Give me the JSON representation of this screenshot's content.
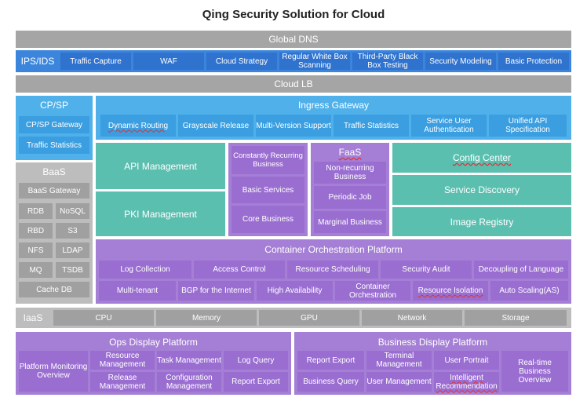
{
  "title": "Qing Security Solution for Cloud",
  "global_dns": "Global DNS",
  "ips": {
    "label": "IPS/IDS",
    "items": [
      "Traffic Capture",
      "WAF",
      "Cloud Strategy",
      "Regular White Box Scanning",
      "Third-Party Black Box Testing",
      "Security Modeling",
      "Basic Protection"
    ]
  },
  "cloud_lb": "Cloud LB",
  "cpsp": {
    "title": "CP/SP",
    "items": [
      "CP/SP Gateway",
      "Traffic Statistics"
    ]
  },
  "baas": {
    "title": "BaaS",
    "gateway": "BaaS Gateway",
    "items": [
      "RDB",
      "NoSQL",
      "RBD",
      "S3",
      "NFS",
      "LDAP",
      "MQ",
      "TSDB"
    ],
    "cache": "Cache DB"
  },
  "ingress": {
    "title": "Ingress Gateway",
    "items": [
      "Dynamic Routing",
      "Grayscale Release",
      "Multi-Version Support",
      "Traffic Statistics",
      "Service User Authentication",
      "Unified API Specification"
    ]
  },
  "api_management": "API Management",
  "pki_management": "PKI Management",
  "services": [
    "Constantly Recurring Business",
    "Basic Services",
    "Core Business"
  ],
  "faas": {
    "title": "FaaS",
    "items": [
      "Non-recurring Business",
      "Periodic Job",
      "Marginal Business"
    ]
  },
  "config_center": "Config Center",
  "service_discovery": "Service Discovery",
  "image_registry": "Image Registry",
  "container": {
    "title": "Container Orchestration Platform",
    "row1": [
      "Log Collection",
      "Access Control",
      "Resource Scheduling",
      "Security Audit",
      "Decoupling of Language"
    ],
    "row2": [
      "Multi-tenant",
      "BGP for the Internet",
      "High Availability",
      "Container Orchestration",
      "Resource Isolation",
      "Auto Scaling(AS)"
    ]
  },
  "iaas": {
    "label": "IaaS",
    "items": [
      "CPU",
      "Memory",
      "GPU",
      "Network",
      "Storage"
    ]
  },
  "ops": {
    "title": "Ops Display Platform",
    "overview": "Platform Monitoring Overview",
    "items": [
      "Resource Management",
      "Task Management",
      "Log Query",
      "Release Management",
      "Configuration Management",
      "Report Export"
    ]
  },
  "business": {
    "title": "Business Display Platform",
    "items": [
      "Report Export",
      "Terminal Management",
      "User Portrait",
      "Business Query",
      "User Management",
      "Intelligent Recommendation"
    ],
    "overview": "Real-time Business Overview"
  }
}
